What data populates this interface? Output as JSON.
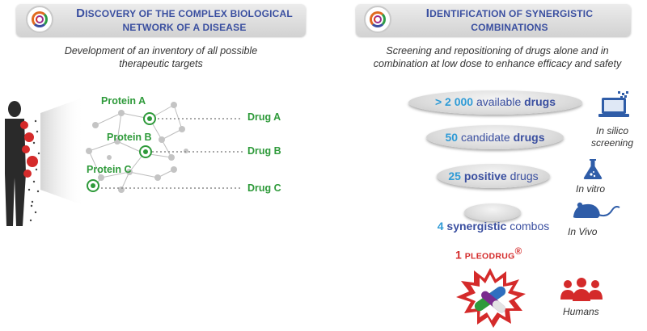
{
  "left_panel": {
    "title_line1": "Discovery of the complex biological",
    "title_line2": "network of a disease",
    "subtitle_line1": "Development of an inventory of all possible",
    "subtitle_line2": "therapeutic targets",
    "proteins": [
      "Protein A",
      "Protein B",
      "Protein C"
    ],
    "drugs": [
      "Drug A",
      "Drug B",
      "Drug C"
    ]
  },
  "right_panel": {
    "title_line1": "Identification of synergistic",
    "title_line2": "combinations",
    "subtitle_line1": "Screening and repositioning of drugs alone and in",
    "subtitle_line2": "combination at low dose to enhance efficacy and safety",
    "funnel": [
      {
        "prefix": "> 2 000",
        "middle": "available",
        "suffix": "drugs"
      },
      {
        "prefix": "50",
        "middle": "candidate",
        "suffix": "drugs"
      },
      {
        "prefix": "25",
        "middle": "positive",
        "suffix": "drugs"
      },
      {
        "prefix": "4",
        "middle": "synergistic",
        "suffix": "combos"
      }
    ],
    "result_number": "1",
    "result_name": "PLEODRUG",
    "result_mark": "®",
    "stages": {
      "in_silico_line1": "In silico",
      "in_silico_line2": "screening",
      "in_vitro": "In vitro",
      "in_vivo": "In Vivo",
      "humans": "Humans"
    }
  },
  "icons": [
    "logo-icon",
    "human-silhouette-icon",
    "target-icon",
    "computer-icon",
    "flask-icon",
    "mouse-icon",
    "pills-icon",
    "people-icon"
  ],
  "colors": {
    "title_blue": "#3a4fa0",
    "green": "#2e9a3a",
    "cyan": "#2f9bd6",
    "red": "#d42a2a"
  }
}
